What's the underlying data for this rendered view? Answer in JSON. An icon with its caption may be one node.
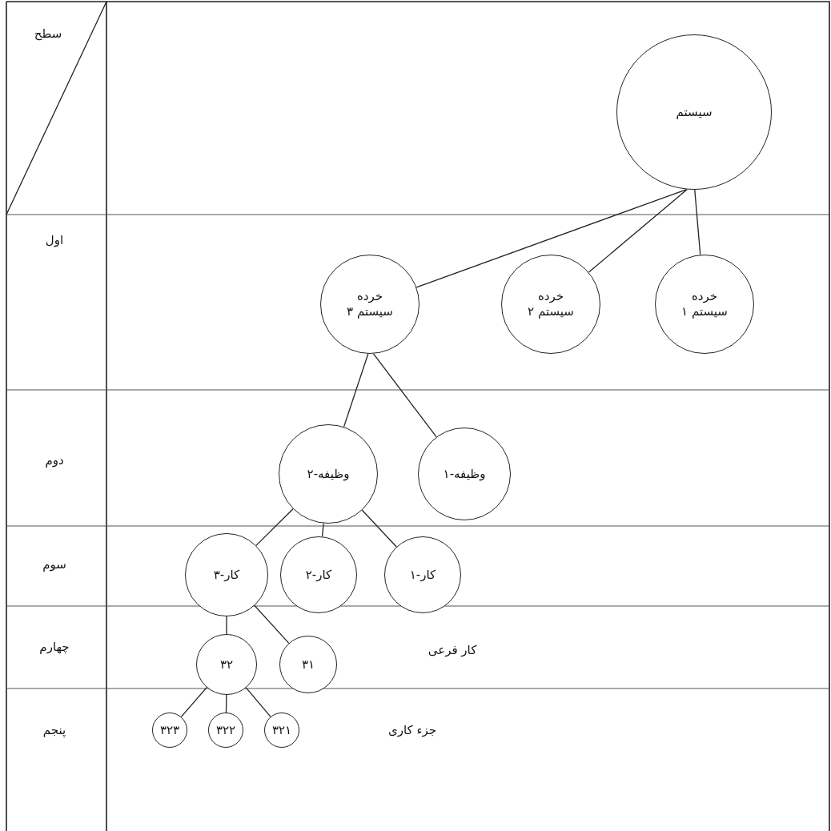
{
  "diagram": {
    "nodes": [
      {
        "text": [
          "سیستم"
        ]
      },
      {
        "text": [
          "خرده سیستم ۱"
        ]
      },
      {
        "text": [
          "خرده سیستم ۲"
        ]
      },
      {
        "text": [
          "خرده سیستم ۳"
        ]
      },
      {
        "text": [
          "وظیفه-۱"
        ]
      },
      {
        "text": [
          "وظیفه-۲"
        ]
      },
      {
        "text": [
          "کار-۱"
        ]
      },
      {
        "text": [
          "کار-۲"
        ]
      },
      {
        "text": [
          "کار-۳"
        ]
      },
      {
        "text": [
          "۳۱"
        ]
      },
      {
        "text": [
          "۳۲"
        ]
      },
      {
        "text": [
          "۳۲۱"
        ]
      },
      {
        "text": [
          "۳۲۲"
        ]
      },
      {
        "text": [
          "۳۲۳"
        ]
      }
    ],
    "edges": [
      {
        "from": 0,
        "to": 1,
        "arrow": "none"
      },
      {
        "from": 0,
        "to": 2,
        "arrow": "none"
      },
      {
        "from": 0,
        "to": 3,
        "arrow": "none"
      },
      {
        "from": 3,
        "to": 4,
        "arrow": "none"
      },
      {
        "from": 3,
        "to": 5,
        "arrow": "none"
      },
      {
        "from": 5,
        "to": 6,
        "arrow": "none"
      },
      {
        "from": 5,
        "to": 7,
        "arrow": "none"
      },
      {
        "from": 5,
        "to": 8,
        "arrow": "none"
      },
      {
        "from": 8,
        "to": 9,
        "arrow": "none"
      },
      {
        "from": 8,
        "to": 10,
        "arrow": "none"
      },
      {
        "from": 10,
        "to": 11,
        "arrow": "none"
      },
      {
        "from": 10,
        "to": 12,
        "arrow": "none"
      },
      {
        "from": 10,
        "to": 13,
        "arrow": "none"
      }
    ],
    "labels": [
      "سطح",
      "اول",
      "دوم",
      "سوم",
      "چهارم",
      "کار فرعی",
      "پنجم",
      "جزء کاری"
    ]
  }
}
